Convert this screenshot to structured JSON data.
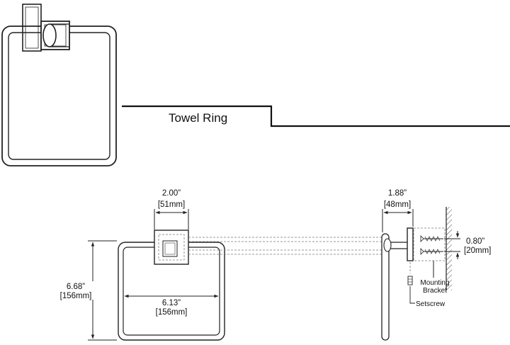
{
  "drawing": {
    "title": "Towel Ring",
    "front_view": {
      "bracket_width_in": "2.00”",
      "bracket_width_mm": "[51mm]",
      "height_in": "6.68”",
      "height_mm": "[156mm]",
      "ring_width_in": "6.13”",
      "ring_width_mm": "[156mm]"
    },
    "side_view": {
      "projection_in": "1.88”",
      "projection_mm": "[48mm]",
      "screw_spacing_in": "0.80”",
      "screw_spacing_mm": "[20mm]",
      "mounting_label_1": "Mounting",
      "mounting_label_2": "Bracket",
      "setscrew_label": "Setscrew"
    }
  }
}
